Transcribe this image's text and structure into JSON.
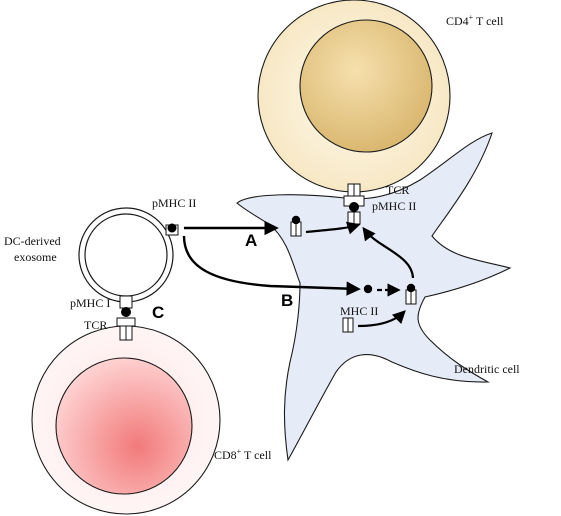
{
  "labels": {
    "cd4_prefix": "CD4",
    "cd4_sup": "+",
    "cd4_suffix": " T cell",
    "cd8_prefix": "CD8",
    "cd8_sup": "+",
    "cd8_suffix": " T cell",
    "dendritic_cell": "Dendritic cell",
    "exosome_line1": "DC-derived",
    "exosome_line2": "exosome",
    "pmhc_ii_exosome": "pMHC II",
    "pmhc_i_exosome": "pMHC I",
    "tcr_cd8": "TCR",
    "tcr_cd4": "TCR",
    "pmhc_ii_dc": "pMHC II",
    "mhc_ii_dc": "MHC II"
  },
  "pathways": {
    "a": "A",
    "b": "B",
    "c": "C"
  },
  "colors": {
    "cd4_outer": "#fbf1d8",
    "cd4_inner": "#e7c98b",
    "cd8_outer": "#fde7e7",
    "cd8_inner": "#f08c8c",
    "dendritic_fill": "#e6ecf7",
    "outline": "#111111"
  }
}
